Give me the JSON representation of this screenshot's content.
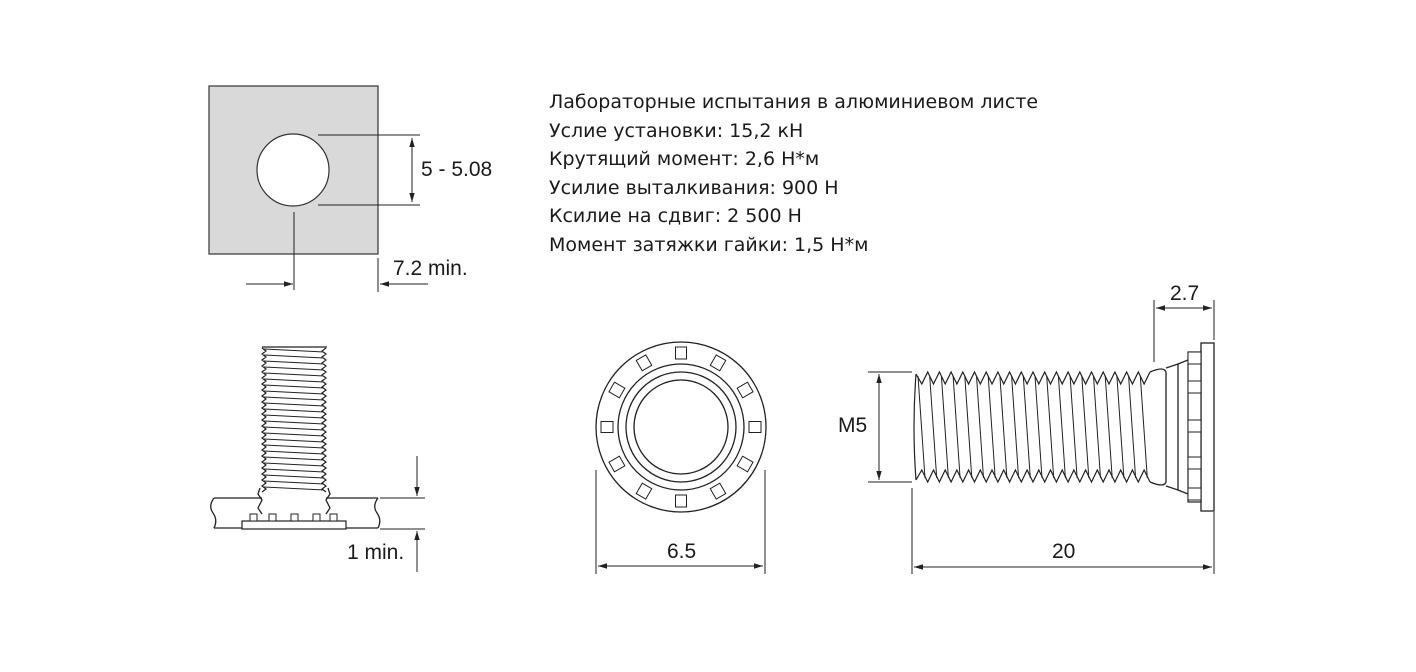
{
  "specs": {
    "title": "Лабораторные испытания в алюминиевом листе",
    "lines": [
      "Услие установки: 15,2 кН",
      "Крутящий момент: 2,6 Н*м",
      "Усилие выталкивания: 900 Н",
      "Ксилие на сдвиг: 2 500 Н",
      "Момент затяжки гайки: 1,5 Н*м"
    ]
  },
  "dimensions": {
    "hole_diameter": "5 - 5.08",
    "edge_distance": "7.2 min.",
    "sheet_thickness": "1 min.",
    "head_diameter": "6.5",
    "thread": "M5",
    "length": "20",
    "head_height": "2.7"
  },
  "colors": {
    "sheet_fill": "#d9d9d9",
    "line": "#222222"
  }
}
